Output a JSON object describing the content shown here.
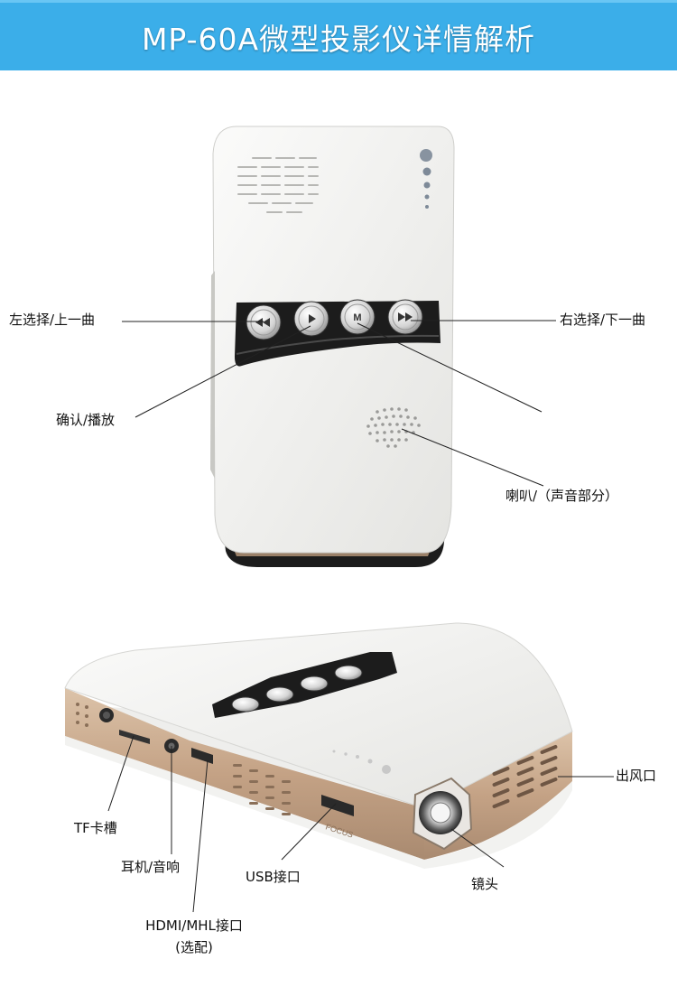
{
  "header": {
    "title": "MP-60A微型投影仪详情解析"
  },
  "callouts_top": {
    "left_select": "左选择/上一曲",
    "right_select": "右选择/下一曲",
    "confirm_play": "确认/播放",
    "speaker": "喇叭/（声音部分）"
  },
  "callouts_bottom": {
    "air_outlet": "出风口",
    "tf_slot": "TF卡槽",
    "headphone": "耳机/音响",
    "usb_port": "USB接口",
    "lens": "镜头",
    "hdmi_line1": "HDMI/MHL接口",
    "hdmi_line2": "(选配)"
  },
  "device_labels": {
    "menu_button_glyph": "M",
    "focus_text": "FOCUS"
  },
  "colors": {
    "header_blue": "#3baee9",
    "device_white": "#f4f4f2",
    "panel_black": "#1c1c1c",
    "gold_frame": "#c9aa8e"
  }
}
